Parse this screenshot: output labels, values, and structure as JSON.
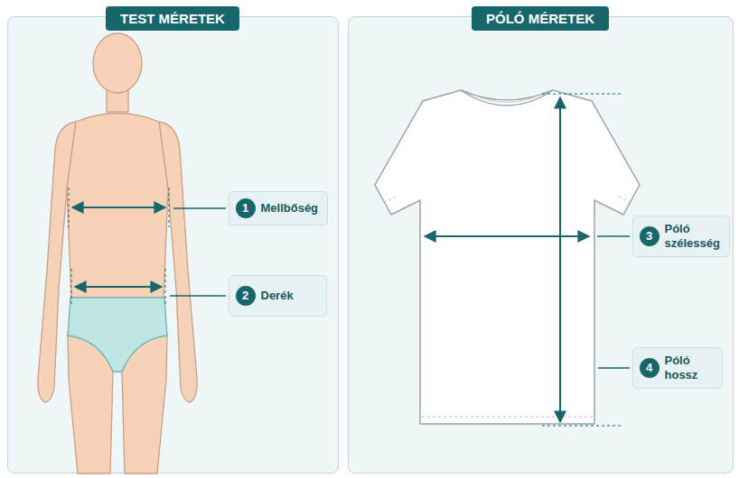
{
  "diagram": {
    "nodes": [
      {
        "text": [
          "TEST MÉRETEK"
        ]
      },
      {
        "text": [
          "1",
          "Mellbőség"
        ],
        "in": 0
      },
      {
        "text": [
          "2",
          "Derék"
        ],
        "in": 0
      },
      {
        "text": [
          "PÓLÓ MÉRETEK"
        ]
      },
      {
        "text": [
          "3",
          "Póló szélesség"
        ],
        "in": 3
      },
      {
        "text": [
          "4",
          "Póló hossz"
        ],
        "in": 3
      }
    ]
  }
}
